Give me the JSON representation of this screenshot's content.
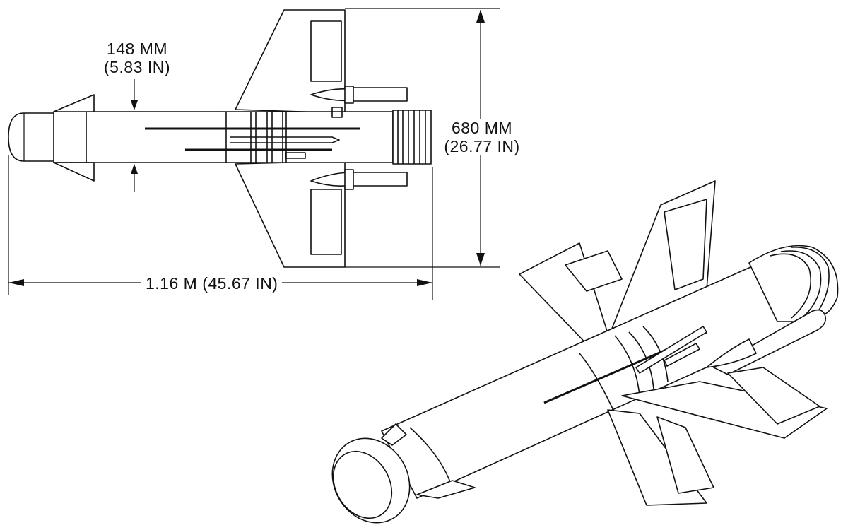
{
  "dimensions": {
    "diameter": {
      "metric": "148 MM",
      "imperial": "(5.83 IN)"
    },
    "span": {
      "metric": "680 MM",
      "imperial": "(26.77 IN)"
    },
    "length": {
      "text": "1.16 M (45.67 IN)"
    }
  }
}
